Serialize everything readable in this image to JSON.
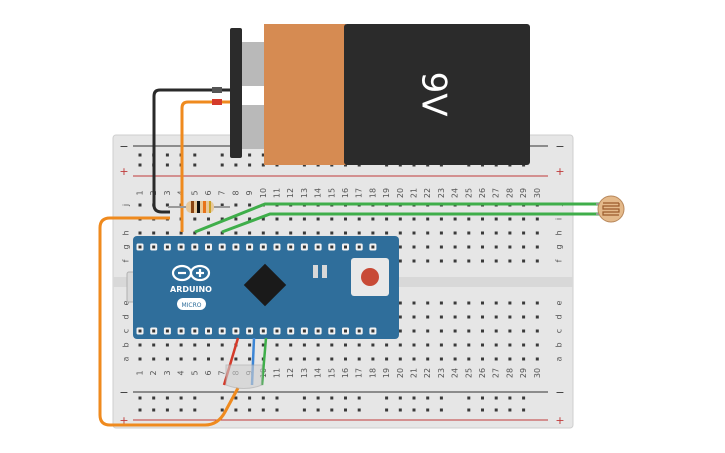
{
  "battery": {
    "label": "9V"
  },
  "breadboard": {
    "rail_minus": "−",
    "rail_plus": "+",
    "row_letters_top": [
      "j",
      "i",
      "h",
      "g",
      "f"
    ],
    "row_letters_bottom": [
      "e",
      "d",
      "c",
      "b",
      "a"
    ],
    "column_numbers": [
      "1",
      "2",
      "3",
      "4",
      "5",
      "6",
      "7",
      "8",
      "9",
      "10",
      "11",
      "12",
      "13",
      "14",
      "15",
      "16",
      "17",
      "18",
      "19",
      "20",
      "21",
      "22",
      "23",
      "24",
      "25",
      "26",
      "27",
      "28",
      "29",
      "30"
    ]
  },
  "board": {
    "brand": "ARDUINO",
    "model": "MICRO"
  },
  "colors": {
    "breadboard": "#e6e6e6",
    "board_blue": "#2f6e9b",
    "battery_orange": "#d68b52",
    "battery_black": "#2b2b2b",
    "wire_orange": "#ef8a1e",
    "wire_green": "#3fae4a",
    "wire_black": "#2a2a2a",
    "wire_red": "#d43a2a",
    "wire_blue": "#3c86d6",
    "rail_red": "#c03a3a"
  },
  "components": [
    "9v-battery",
    "breadboard",
    "arduino-micro",
    "photoresistor",
    "resistor",
    "rgb-led"
  ]
}
